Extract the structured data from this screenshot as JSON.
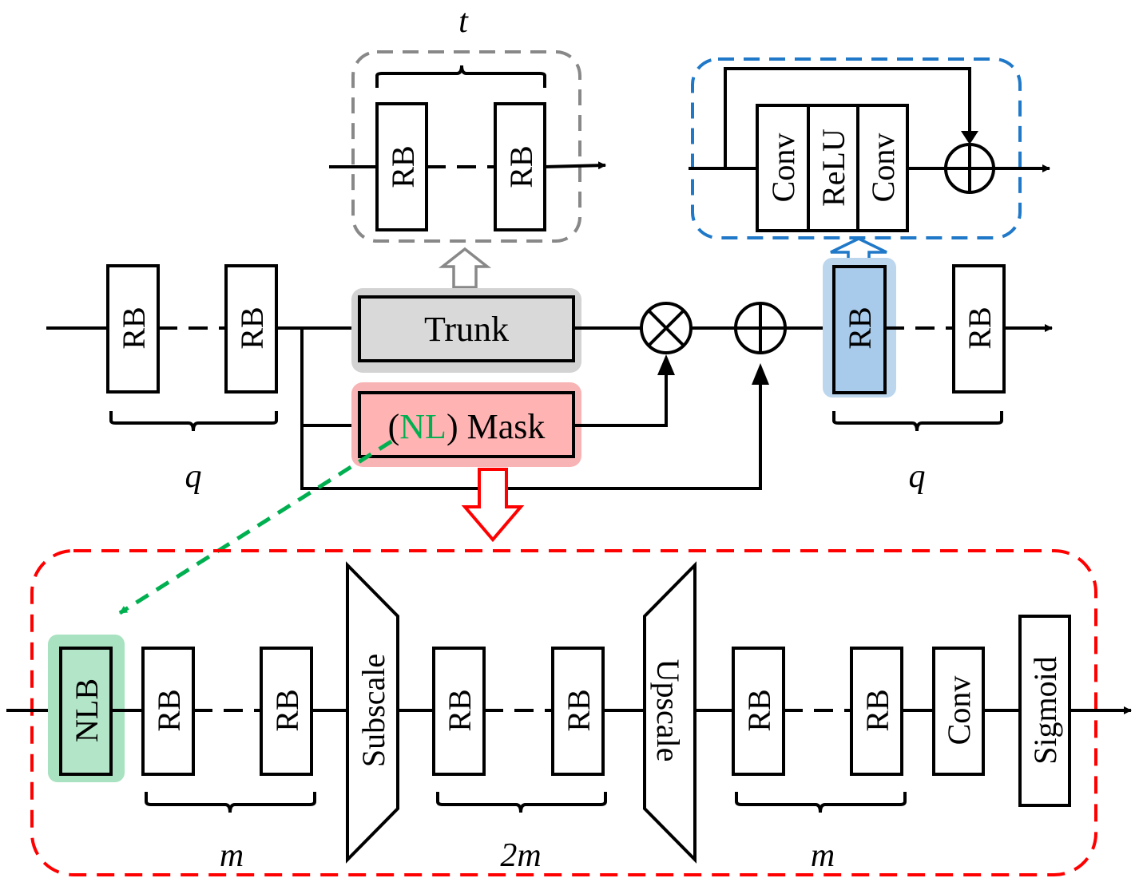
{
  "labels": {
    "rb": "RB",
    "trunk": "Trunk",
    "mask_open": "(",
    "mask_nl": "NL",
    "mask_close": ") Mask",
    "conv": "Conv",
    "relu": "ReLU",
    "nlb": "NLB",
    "subscale": "Subscale",
    "upscale": "Upscale",
    "sigmoid": "Sigmoid",
    "t": "t",
    "q": "q",
    "m": "m",
    "two_m": "2m"
  },
  "colors": {
    "trunk_halo": "#d3d3d3",
    "trunk_fill": "#d9d9d9",
    "mask_halo": "#f8b4b4",
    "mask_fill": "#ffb3b3",
    "rb_highlight_halo": "#bcd6ee",
    "rb_highlight_fill": "#a9cbeb",
    "nlb_halo": "#a8e2c0",
    "nlb_fill": "#b3e6c8",
    "nl_text": "#00b050",
    "trunk_border": "#888888",
    "rb_border": "#1f78c8",
    "mask_border": "#ff0000",
    "nl_arrow": "#00b050"
  }
}
